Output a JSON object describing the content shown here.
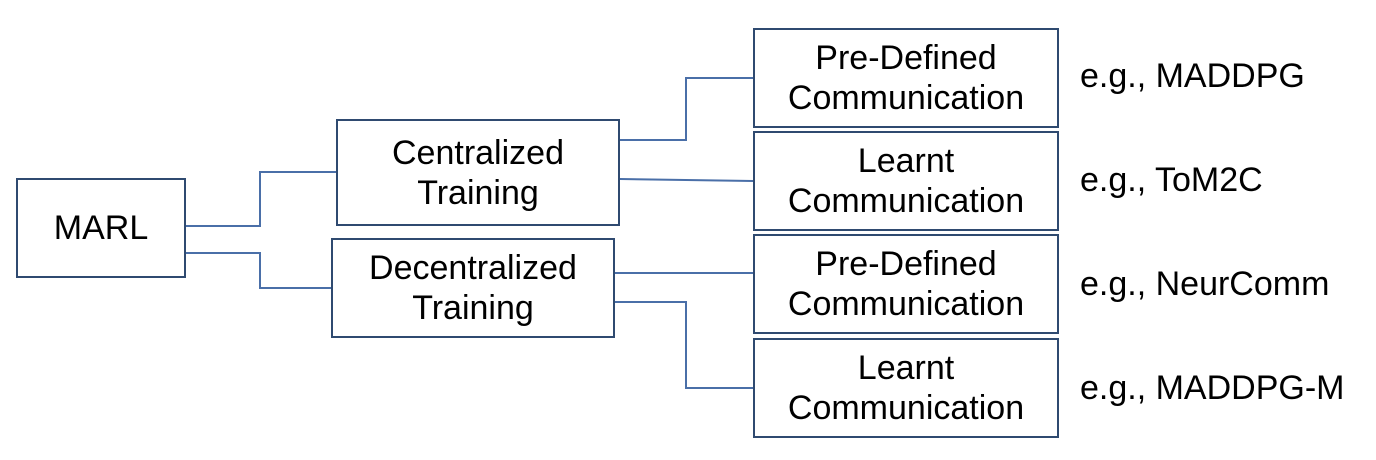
{
  "root": {
    "label": "MARL"
  },
  "training": [
    {
      "line1": "Centralized",
      "line2": "Training"
    },
    {
      "line1": "Decentralized",
      "line2": "Training"
    }
  ],
  "communication": [
    {
      "line1": "Pre-Defined",
      "line2": "Communication",
      "example": "e.g., MADDPG"
    },
    {
      "line1": "Learnt",
      "line2": "Communication",
      "example": "e.g., ToM2C"
    },
    {
      "line1": "Pre-Defined",
      "line2": "Communication",
      "example": "e.g., NeurComm"
    },
    {
      "line1": "Learnt",
      "line2": "Communication",
      "example": "e.g., MADDPG-M"
    }
  ],
  "colors": {
    "connector": "#4a6fa8",
    "border": "#2f4a70"
  }
}
